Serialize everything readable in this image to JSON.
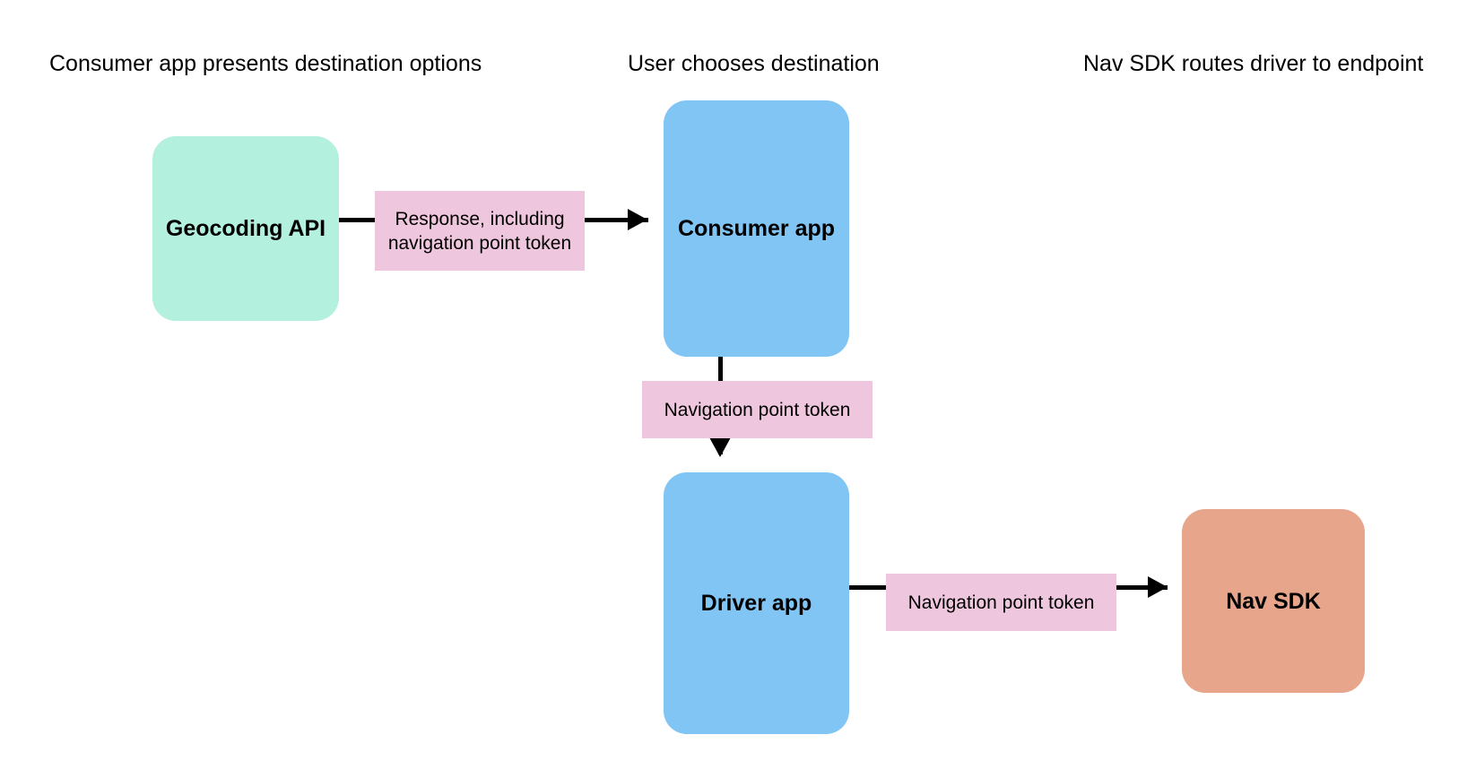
{
  "columns": [
    {
      "id": "consumer-options",
      "title": "Consumer app presents destination options"
    },
    {
      "id": "user-chooses",
      "title": "User chooses destination"
    },
    {
      "id": "nav-routes",
      "title": "Nav SDK routes driver to endpoint"
    }
  ],
  "nodes": [
    {
      "id": "geocoding-api",
      "label": "Geocoding API",
      "color": "#b3f0dd"
    },
    {
      "id": "consumer-app",
      "label": "Consumer app",
      "color": "#80c5f4"
    },
    {
      "id": "driver-app",
      "label": "Driver app",
      "color": "#80c5f4"
    },
    {
      "id": "nav-sdk",
      "label": "Nav SDK",
      "color": "#e7a68c"
    }
  ],
  "edges": [
    {
      "id": "geo-consumer",
      "from": "geocoding-api",
      "to": "consumer-app",
      "direction": "right",
      "label": "Response, including navigation point token"
    },
    {
      "id": "consumer-driver",
      "from": "consumer-app",
      "to": "driver-app",
      "direction": "down",
      "label": "Navigation point token"
    },
    {
      "id": "driver-navsdk",
      "from": "driver-app",
      "to": "nav-sdk",
      "direction": "right",
      "label": "Navigation point token"
    }
  ],
  "palette": {
    "background": "#ffffff",
    "mint": "#b3f0dd",
    "blue": "#80c5f4",
    "salmon": "#e7a68c",
    "pink": "#eec6dd",
    "stroke": "#000000",
    "text": "#000000"
  }
}
